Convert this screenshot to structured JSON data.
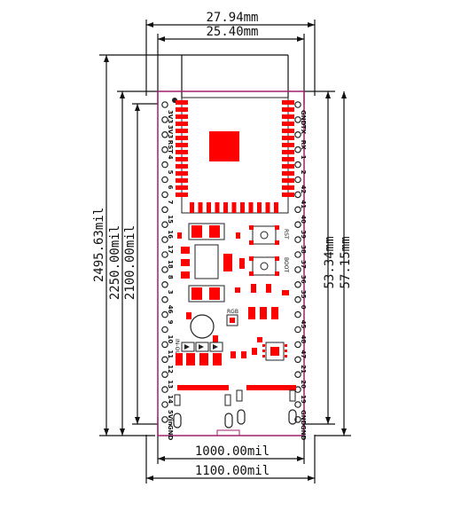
{
  "dimensions": {
    "top_outer": "27.94mm",
    "top_inner": "25.40mm",
    "bottom_inner": "1000.00mil",
    "bottom_outer": "1100.00mil",
    "left_outer": "2495.63mil",
    "left_mid": "2250.00mil",
    "left_inner": "2100.00mil",
    "right_inner": "53.34mm",
    "right_outer": "57.15mm"
  },
  "pins": {
    "left": [
      "3V3",
      "3V3",
      "RST",
      "4",
      "5",
      "6",
      "7",
      "15",
      "16",
      "17",
      "18",
      "8",
      "3",
      "46",
      "9",
      "10",
      "11",
      "12",
      "13",
      "14",
      "5Vin",
      "GND"
    ],
    "right": [
      "GND",
      "TX",
      "RX",
      "1",
      "2",
      "42",
      "41",
      "40",
      "39",
      "38",
      "37",
      "36",
      "35",
      "0",
      "45",
      "48",
      "47",
      "21",
      "20",
      "19",
      "GND",
      "GND"
    ]
  },
  "component_labels": {
    "rst": "RST",
    "boot": "BOOT",
    "rgb": "RGB",
    "in_out": "IN-OUT"
  },
  "colors": {
    "board_outline": "#a0206e",
    "pad": "#ff0000",
    "silk": "#222222",
    "dimension": "#111111"
  }
}
